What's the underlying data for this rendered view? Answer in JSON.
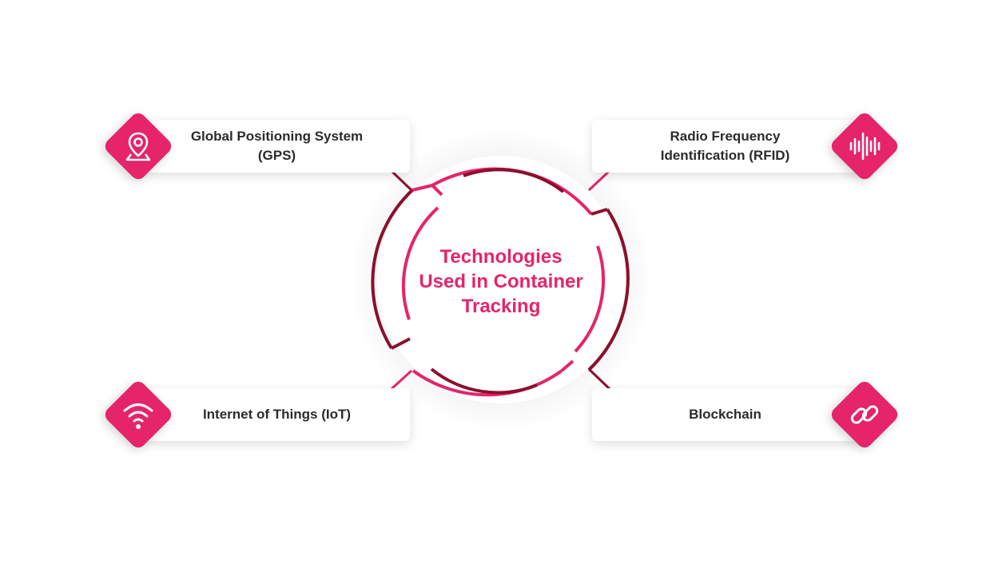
{
  "center": {
    "title_line1": "Technologies",
    "title_line2": "Used in Container",
    "title_line3": "Tracking"
  },
  "nodes": {
    "gps": {
      "line1": "Global Positioning System",
      "line2": "(GPS)",
      "icon": "location-pin-icon"
    },
    "rfid": {
      "line1": "Radio Frequency",
      "line2": "Identification (RFID)",
      "icon": "sound-wave-icon"
    },
    "iot": {
      "label": "Internet of Things (IoT)",
      "icon": "wifi-icon"
    },
    "blockchain": {
      "label": "Blockchain",
      "icon": "chain-link-icon"
    }
  },
  "colors": {
    "accent": "#e5246a",
    "dark_accent": "#8b0f2e",
    "text": "#2b2b2b"
  }
}
